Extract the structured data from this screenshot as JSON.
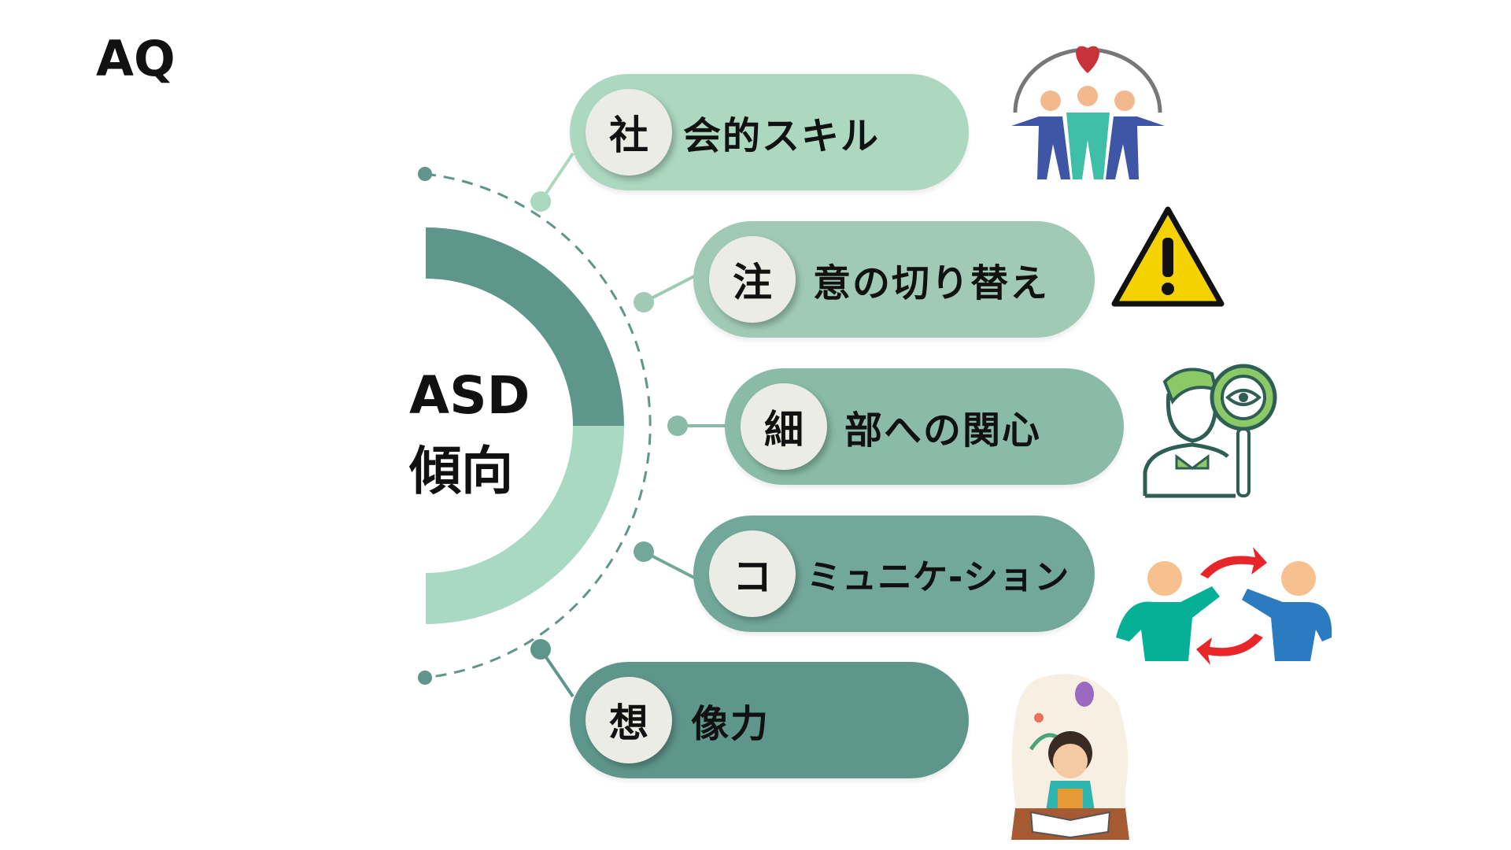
{
  "title": "AQ",
  "center": {
    "line1": "ASD",
    "line2": "傾向"
  },
  "colors": {
    "dark": "#5e968b",
    "light": "#a9d8c3"
  },
  "items": [
    {
      "badge": "社",
      "label": "会的スキル",
      "color": "#acd8c0",
      "icon": "people-heart-icon"
    },
    {
      "badge": "注",
      "label": "意の切り替え",
      "color": "#a0cab6",
      "icon": "warning-icon"
    },
    {
      "badge": "細",
      "label": "部への関心",
      "color": "#89bba8",
      "icon": "magnifier-person-icon"
    },
    {
      "badge": "コ",
      "label": "ミュニケ-ション",
      "color": "#72a89a",
      "icon": "communication-icon"
    },
    {
      "badge": "想",
      "label": "像力",
      "color": "#5e968b",
      "icon": "imagination-icon"
    }
  ]
}
